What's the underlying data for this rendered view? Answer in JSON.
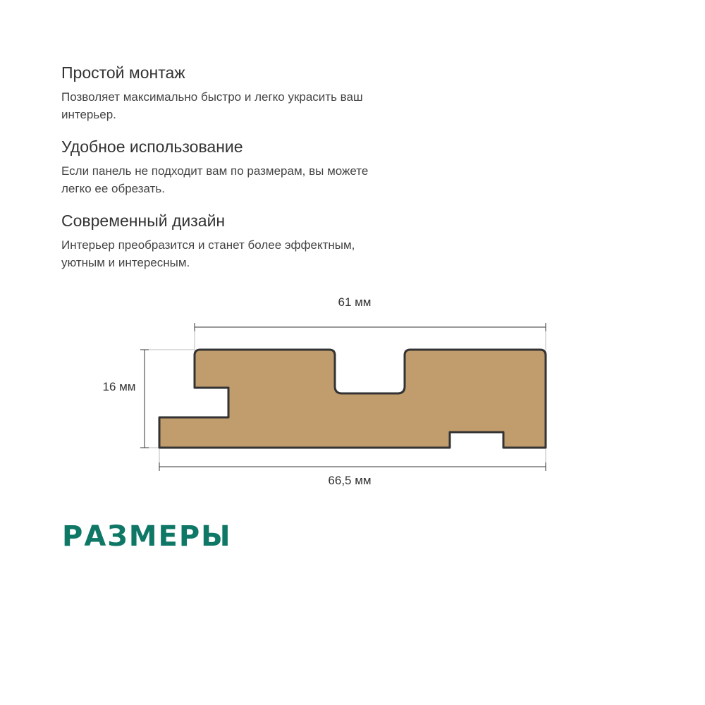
{
  "features": [
    {
      "title": "Простой монтаж",
      "description": "Позволяет максимально быстро и легко украсить ваш интерьер."
    },
    {
      "title": "Удобное использование",
      "description": "Если панель не подходит вам по размерам, вы можете легко ее обрезать."
    },
    {
      "title": "Современный дизайн",
      "description": "Интерьер преобразится и станет более эффектным, уютным и интересным."
    }
  ],
  "diagram": {
    "top_width_label": "61 мм",
    "height_label": "16 мм",
    "bottom_width_label": "66,5 мм",
    "panel_color": "#c19c6c",
    "outline_color": "#333333"
  },
  "section_title": "РАЗМЕРЫ",
  "colors": {
    "accent": "#0f7766",
    "text": "#333333"
  }
}
